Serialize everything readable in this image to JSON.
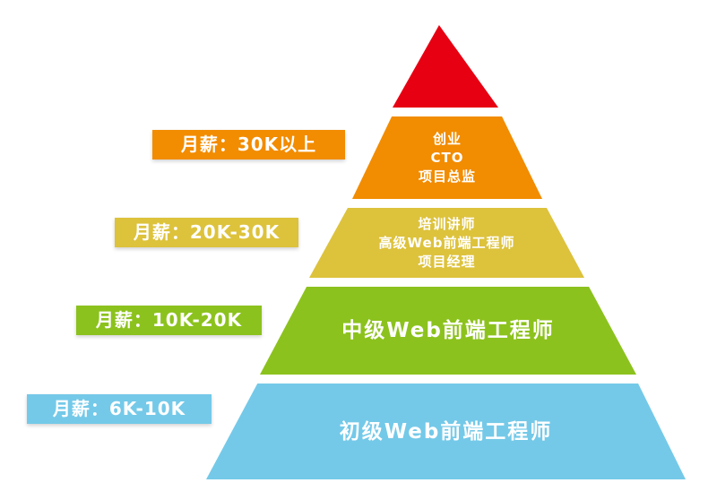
{
  "pyramid": {
    "description": "Web front-end engineer career / salary pyramid",
    "levels": [
      {
        "name": "apex",
        "salary": "",
        "roles": [],
        "color": "#e60012"
      },
      {
        "name": "level-30k-plus",
        "salary": "月薪：30K以上",
        "roles": [
          "创业",
          "CTO",
          "项目总监"
        ],
        "color": "#f28c00"
      },
      {
        "name": "level-20k-30k",
        "salary": "月薪：20K-30K",
        "roles": [
          "培训讲师",
          "高级Web前端工程师",
          "项目经理"
        ],
        "color": "#ddc23c"
      },
      {
        "name": "level-10k-20k",
        "salary": "月薪：10K-20K",
        "roles": [
          "中级Web前端工程师"
        ],
        "color": "#8cc21d"
      },
      {
        "name": "level-6k-10k",
        "salary": "月薪：6K-10K",
        "roles": [
          "初级Web前端工程师"
        ],
        "color": "#74c9e8"
      }
    ]
  }
}
